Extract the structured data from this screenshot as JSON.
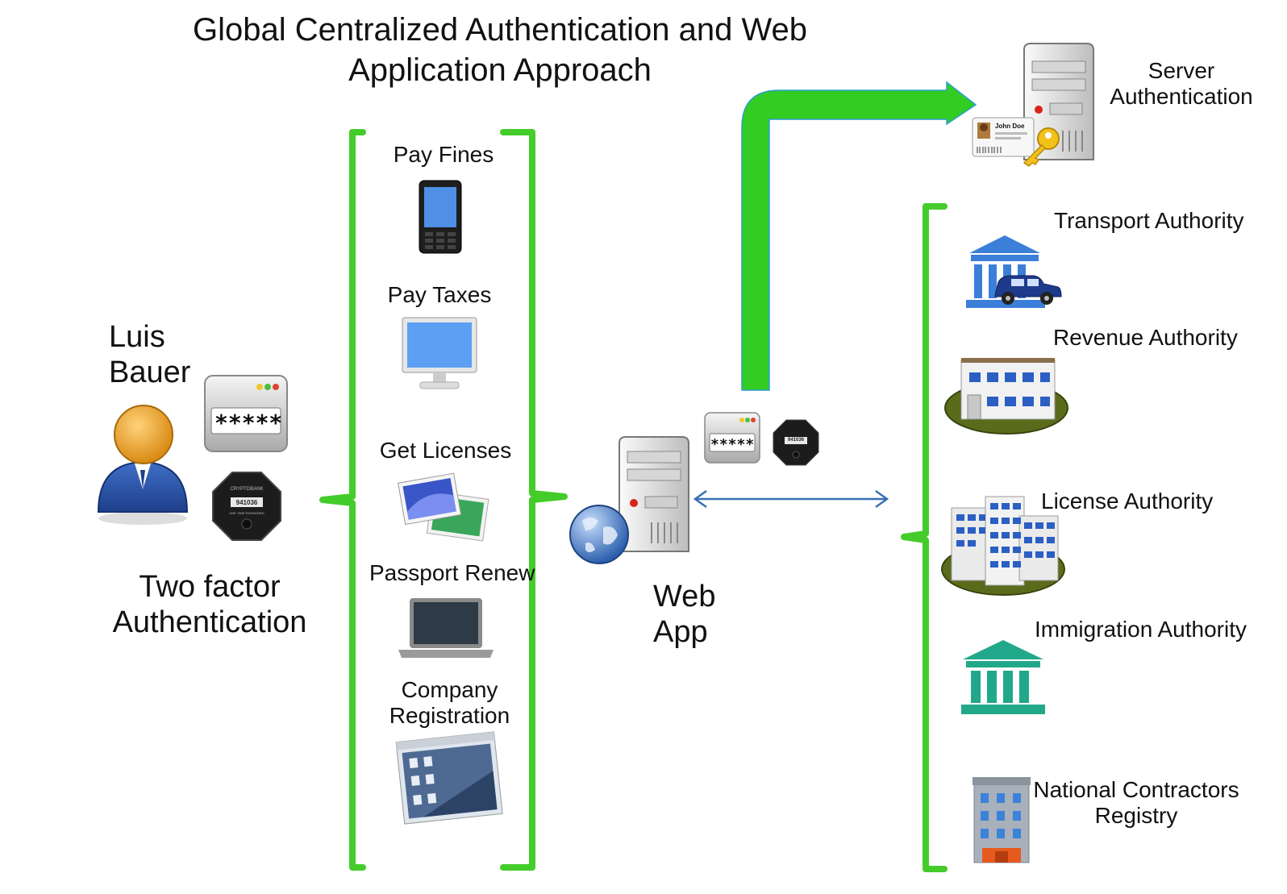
{
  "title": {
    "line1": "Global Centralized Authentication and Web",
    "line2": "Application Approach"
  },
  "user": {
    "name_line1": "Luis",
    "name_line2": "Bauer",
    "auth_line1": "Two factor",
    "auth_line2": "Authentication",
    "password_mask": "*****",
    "token_brand": "CRYPTOBANK",
    "token_code": "941036",
    "token_caption": "ONE TIME PASSWORD"
  },
  "services": [
    {
      "label": "Pay Fines",
      "icon": "mobile-phone-icon"
    },
    {
      "label": "Pay Taxes",
      "icon": "desktop-monitor-icon"
    },
    {
      "label": "Get Licenses",
      "icon": "picture-frames-icon"
    },
    {
      "label": "Passport Renew",
      "icon": "laptop-icon"
    },
    {
      "label_line1": "Company",
      "label_line2": "Registration",
      "icon": "window-screenshot-icon"
    }
  ],
  "webapp": {
    "label_line1": "Web",
    "label_line2": "App",
    "password_mask": "*****",
    "token_code": "941036"
  },
  "server_auth": {
    "label_line1": "Server",
    "label_line2": "Authentication",
    "id_card_name": "John Doe"
  },
  "authorities": [
    {
      "label": "Transport Authority",
      "icon": "museum-car-icon"
    },
    {
      "label": "Revenue Authority",
      "icon": "office-building-icon"
    },
    {
      "label": "License Authority",
      "icon": "building-cluster-icon"
    },
    {
      "label": "Immigration Authority",
      "icon": "government-building-icon"
    },
    {
      "label_line1": "National Contractors",
      "label_line2": "Registry",
      "icon": "tower-building-icon"
    }
  ],
  "colors": {
    "bracket_green": "#44cc2a",
    "arrow_green": "#33cc22",
    "arrow_blue": "#3b6fb5",
    "institution_blue": "#3b7fd8",
    "institution_teal": "#21a88a"
  }
}
